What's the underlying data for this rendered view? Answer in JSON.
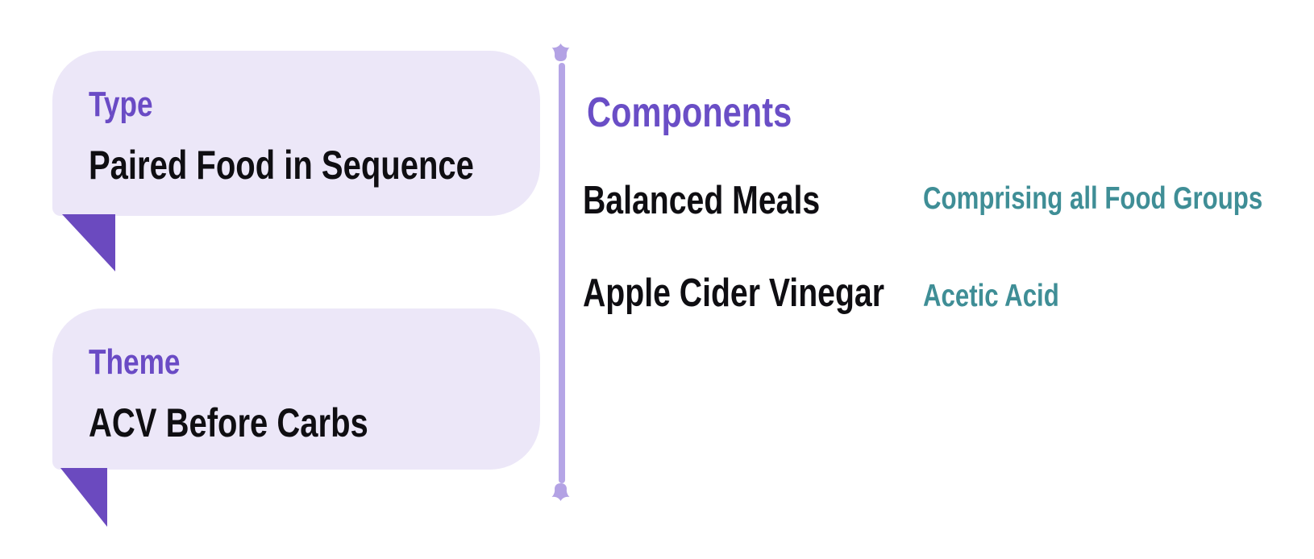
{
  "colors": {
    "card-bg": "#ECE7F8",
    "label-purple": "#6A4BC5",
    "heading-purple": "#6A4EC6",
    "tail-purple": "#6B4ABF",
    "divider-purple": "#B5A5E6",
    "teal": "#3F8E96",
    "text-black": "#0F0E12"
  },
  "cards": [
    {
      "label": "Type",
      "value": "Paired Food in Sequence"
    },
    {
      "label": "Theme",
      "value": "ACV Before Carbs"
    }
  ],
  "components": {
    "title": "Components",
    "items": [
      {
        "name": "Balanced Meals",
        "detail": "Comprising all Food Groups"
      },
      {
        "name": "Apple Cider Vinegar",
        "detail": "Acetic Acid"
      }
    ]
  },
  "icons": {
    "divider_top": "crown-ornament-icon",
    "divider_bottom": "crown-ornament-icon"
  }
}
